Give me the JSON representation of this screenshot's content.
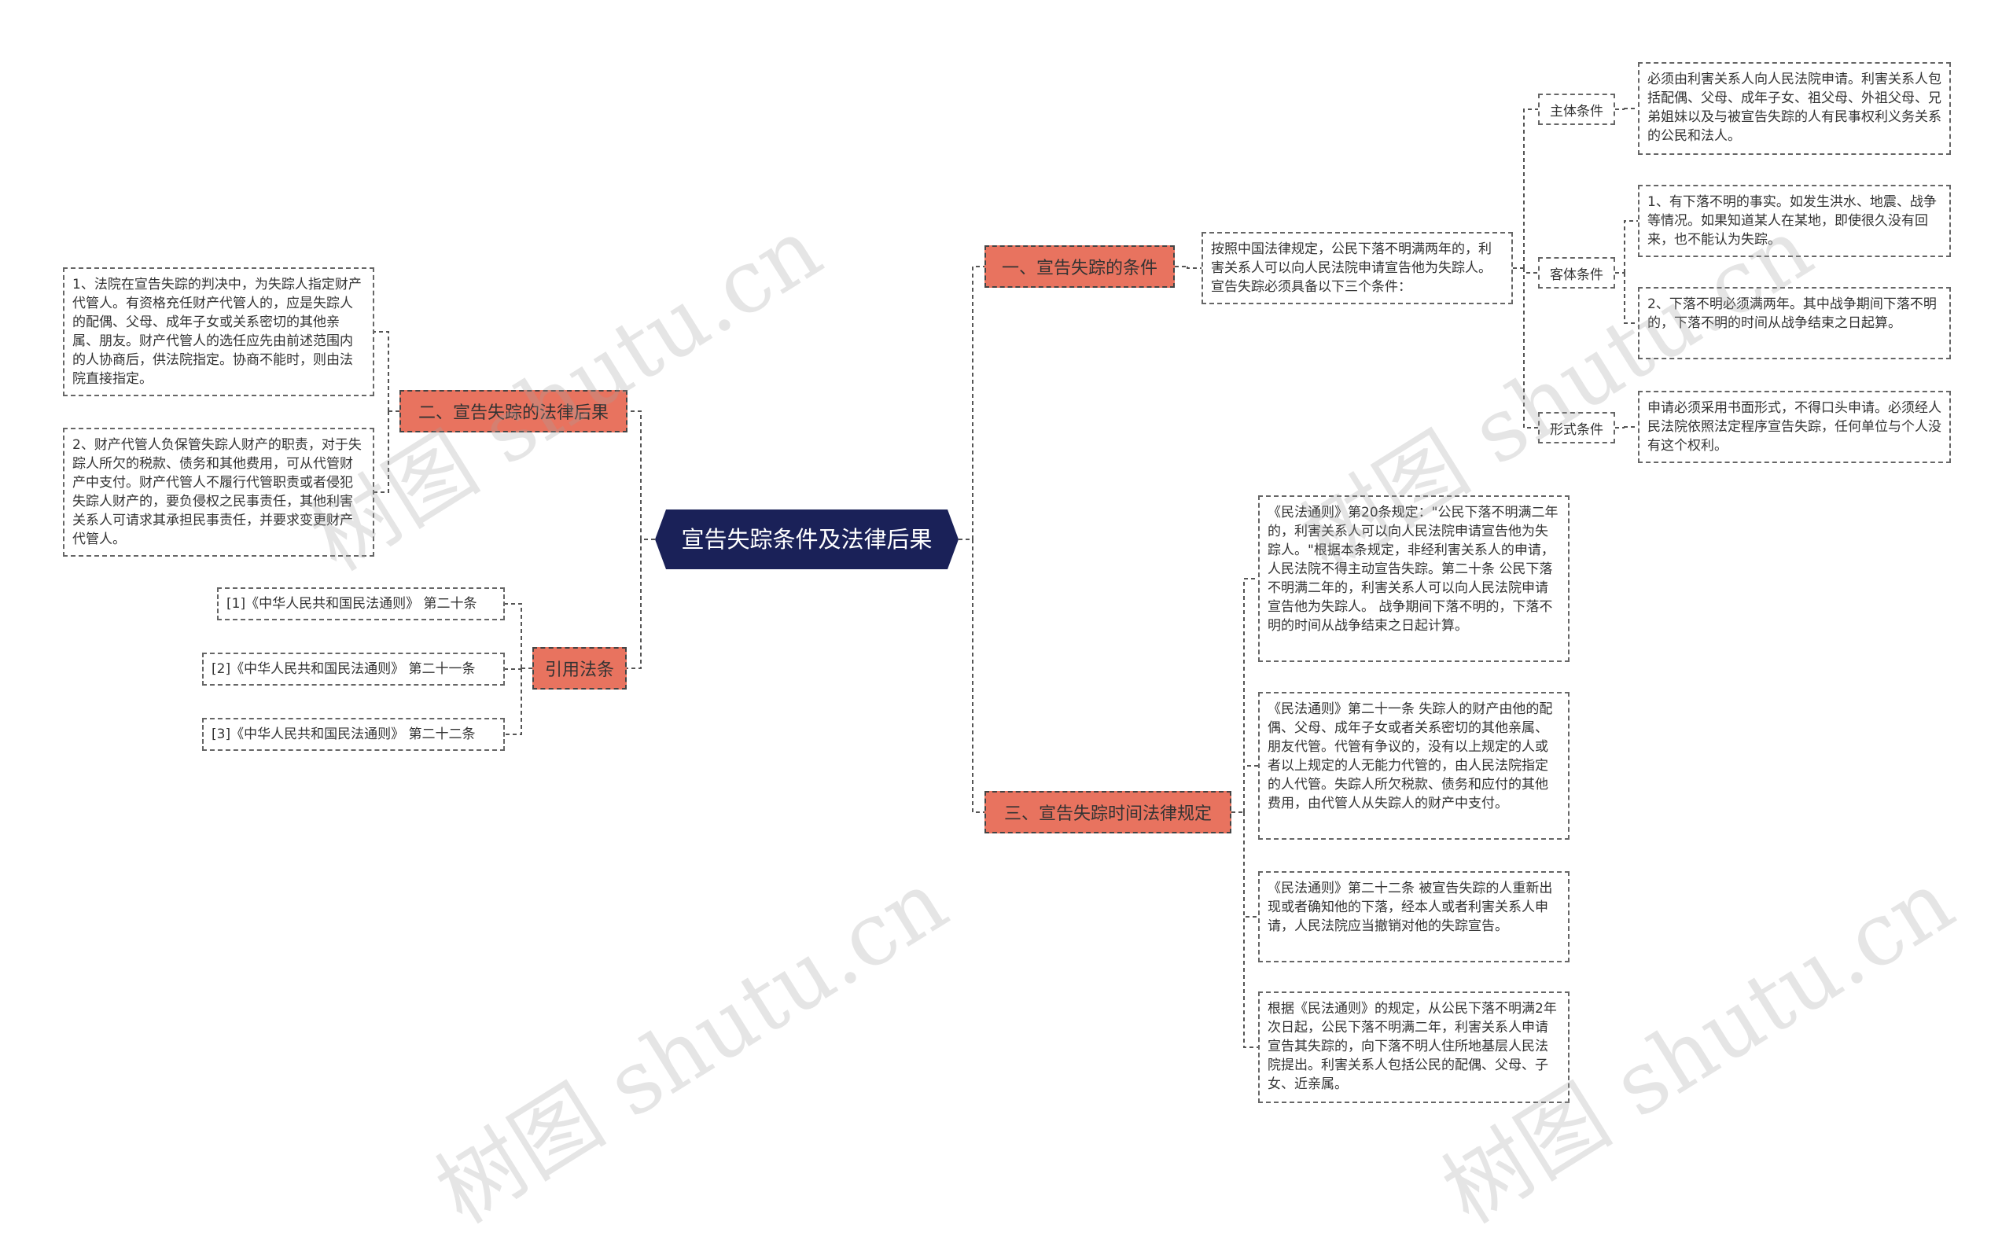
{
  "root": {
    "title": "宣告失踪条件及法律后果"
  },
  "branches": {
    "conditions": {
      "label": "一、宣告失踪的条件",
      "intro": "按照中国法律规定，公民下落不明满两年的，利害关系人可以向人民法院申请宣告他为失踪人。宣告失踪必须具备以下三个条件：",
      "subject": {
        "label": "主体条件",
        "text": "必须由利害关系人向人民法院申请。利害关系人包括配偶、父母、成年子女、祖父母、外祖父母、兄弟姐妹以及与被宣告失踪的人有民事权利义务关系的公民和法人。"
      },
      "object": {
        "label": "客体条件",
        "items": [
          "1、有下落不明的事实。如发生洪水、地震、战争等情况。如果知道某人在某地，即使很久没有回来，也不能认为失踪。",
          "2、下落不明必须满两年。其中战争期间下落不明的，下落不明的时间从战争结束之日起算。"
        ]
      },
      "form": {
        "label": "形式条件",
        "text": "申请必须采用书面形式，不得口头申请。必须经人民法院依照法定程序宣告失踪，任何单位与个人没有这个权利。"
      }
    },
    "consequences": {
      "label": "二、宣告失踪的法律后果",
      "items": [
        "1、法院在宣告失踪的判决中，为失踪人指定财产代管人。有资格充任财产代管人的，应是失踪人的配偶、父母、成年子女或关系密切的其他亲属、朋友。财产代管人的选任应先由前述范围内的人协商后，供法院指定。协商不能时，则由法院直接指定。",
        "2、财产代管人负保管失踪人财产的职责，对于失踪人所欠的税款、债务和其他费用，可从代管财产中支付。财产代管人不履行代管职责或者侵犯失踪人财产的，要负侵权之民事责任，其他利害关系人可请求其承担民事责任，并要求变更财产代管人。"
      ]
    },
    "citations": {
      "label": "引用法条",
      "items": [
        "[1]《中华人民共和国民法通则》 第二十条",
        "[2]《中华人民共和国民法通则》 第二十一条",
        "[3]《中华人民共和国民法通则》 第二十二条"
      ]
    },
    "time_rules": {
      "label": "三、宣告失踪时间法律规定",
      "items": [
        "《民法通则》第20条规定：\"公民下落不明满二年的，利害关系人可以向人民法院申请宣告他为失踪人。\"根据本条规定，非经利害关系人的申请，人民法院不得主动宣告失踪。第二十条 公民下落不明满二年的，利害关系人可以向人民法院申请宣告他为失踪人。 战争期间下落不明的，下落不明的时间从战争结束之日起计算。",
        "《民法通则》第二十一条 失踪人的财产由他的配偶、父母、成年子女或者关系密切的其他亲属、朋友代管。代管有争议的，没有以上规定的人或者以上规定的人无能力代管的，由人民法院指定的人代管。失踪人所欠税款、债务和应付的其他费用，由代管人从失踪人的财产中支付。",
        "《民法通则》第二十二条 被宣告失踪的人重新出现或者确知他的下落，经本人或者利害关系人申请，人民法院应当撤销对他的失踪宣告。",
        "根据《民法通则》的规定，从公民下落不明满2年次日起，公民下落不明满二年，利害关系人申请宣告其失踪的，向下落不明人住所地基层人民法院提出。利害关系人包括公民的配偶、父母、子女、近亲属。"
      ]
    }
  },
  "watermarks": [
    "树图 shutu.cn",
    "树图 shutu.cn",
    "树图 shutu.cn",
    "树图 shutu.cn"
  ],
  "colors": {
    "root_bg": "#1a2158",
    "branch_bg": "#e8735f",
    "line": "#555555"
  }
}
